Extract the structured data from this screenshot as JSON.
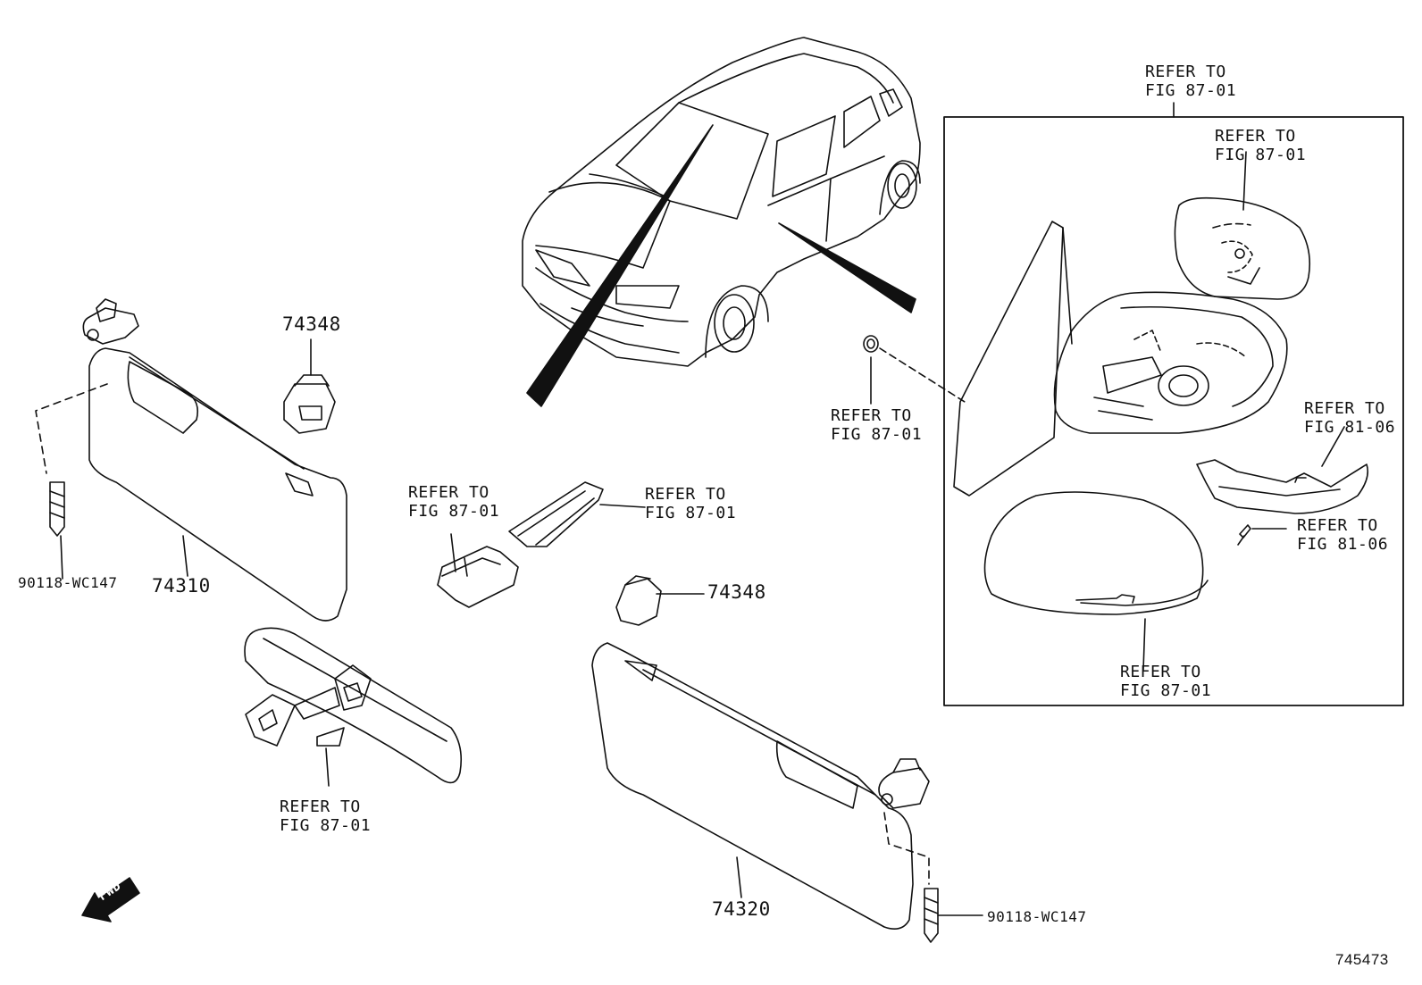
{
  "labels": {
    "refer_top_box": [
      "REFER TO",
      "FIG 87-01"
    ],
    "refer_mirror_glass": [
      "REFER TO",
      "FIG 87-01"
    ],
    "refer_turn_lamp": [
      "REFER TO",
      "FIG 81-06"
    ],
    "refer_lamp_screw": [
      "REFER TO",
      "FIG 81-06"
    ],
    "refer_mirror_cover": [
      "REFER TO",
      "FIG 87-01"
    ],
    "refer_nut": [
      "REFER TO",
      "FIG 87-01"
    ],
    "refer_bracket_left": [
      "REFER TO",
      "FIG 87-01"
    ],
    "refer_bracket_right": [
      "REFER TO",
      "FIG 87-01"
    ],
    "refer_inner_mirror": [
      "REFER TO",
      "FIG 87-01"
    ],
    "part_74348_top": "74348",
    "part_74348_mid": "74348",
    "part_74310": "74310",
    "part_74320": "74320",
    "screw_left": "90118-WC147",
    "screw_right": "90118-WC147",
    "fwd": "FWD",
    "diagram_number": "745473"
  }
}
